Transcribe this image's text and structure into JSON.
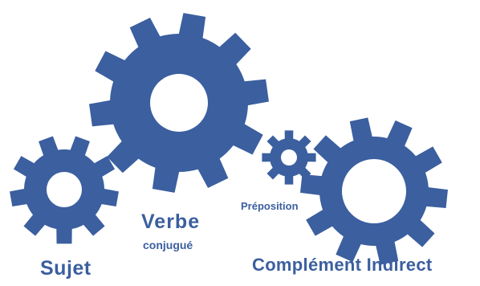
{
  "colors": {
    "gear": "#3b5f9f",
    "hole": "#ffffff",
    "background": "#ffffff",
    "text": "#3b5f9f"
  },
  "gears": [
    {
      "id": "verbe",
      "icon": "gear-icon",
      "teeth": 10
    },
    {
      "id": "sujet",
      "icon": "gear-icon",
      "teeth": 9
    },
    {
      "id": "preposition",
      "icon": "gear-icon",
      "teeth": 8
    },
    {
      "id": "complement-indirect",
      "icon": "gear-icon",
      "teeth": 10
    }
  ],
  "labels": {
    "verbe": "Verbe",
    "conjugue": "conjugué",
    "preposition": "Préposition",
    "sujet": "Sujet",
    "complement_indirect": "Complément Indirect"
  }
}
